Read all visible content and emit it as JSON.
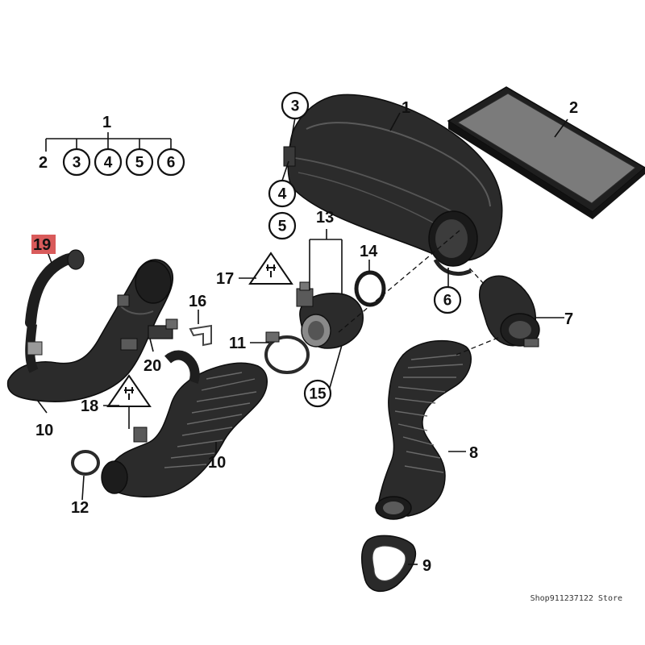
{
  "callouts": {
    "group_top": "1",
    "g2": "2",
    "g3": "3",
    "g4": "4",
    "g5": "5",
    "g6": "6",
    "n1": "1",
    "n2": "2",
    "n3": "3",
    "n4": "4",
    "n5": "5",
    "n6": "6",
    "n7": "7",
    "n8": "8",
    "n9": "9",
    "n10a": "10",
    "n10b": "10",
    "n11": "11",
    "n12": "12",
    "n13": "13",
    "n14": "14",
    "n15": "15",
    "n16": "16",
    "n17": "17",
    "n18": "18",
    "n19": "19",
    "n20": "20"
  },
  "highlight_color": "#d95b5b",
  "watermark": "Shop911237122 Store"
}
